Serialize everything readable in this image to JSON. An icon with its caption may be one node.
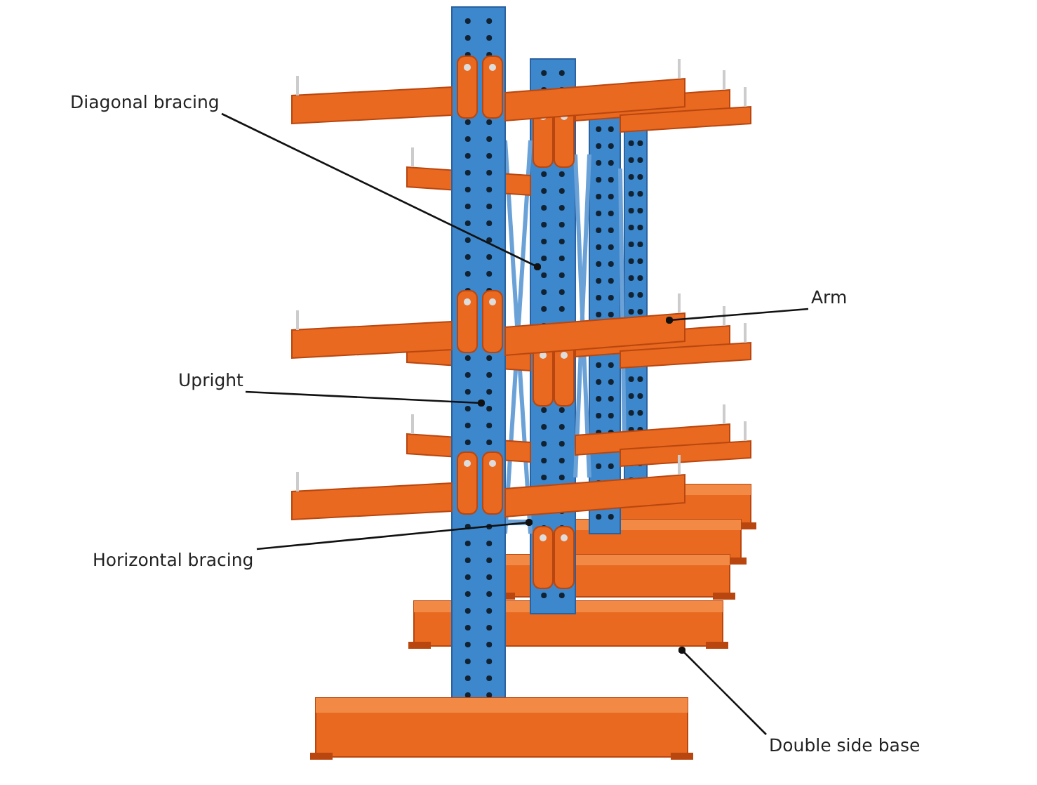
{
  "diagram": {
    "nodes": [
      {
        "text": [
          "Diagonal bracing"
        ]
      },
      {
        "text": [
          "Arm"
        ]
      },
      {
        "text": [
          "Upright"
        ]
      },
      {
        "text": [
          "Horizontal bracing"
        ]
      },
      {
        "text": [
          "Double side base"
        ]
      }
    ],
    "edges": [
      {
        "from": 0,
        "to": null,
        "arrow": "other"
      },
      {
        "from": 1,
        "to": null,
        "arrow": "other"
      },
      {
        "from": 2,
        "to": null,
        "arrow": "other"
      },
      {
        "from": 3,
        "to": null,
        "arrow": "other"
      },
      {
        "from": 4,
        "to": null,
        "arrow": "other"
      }
    ]
  }
}
